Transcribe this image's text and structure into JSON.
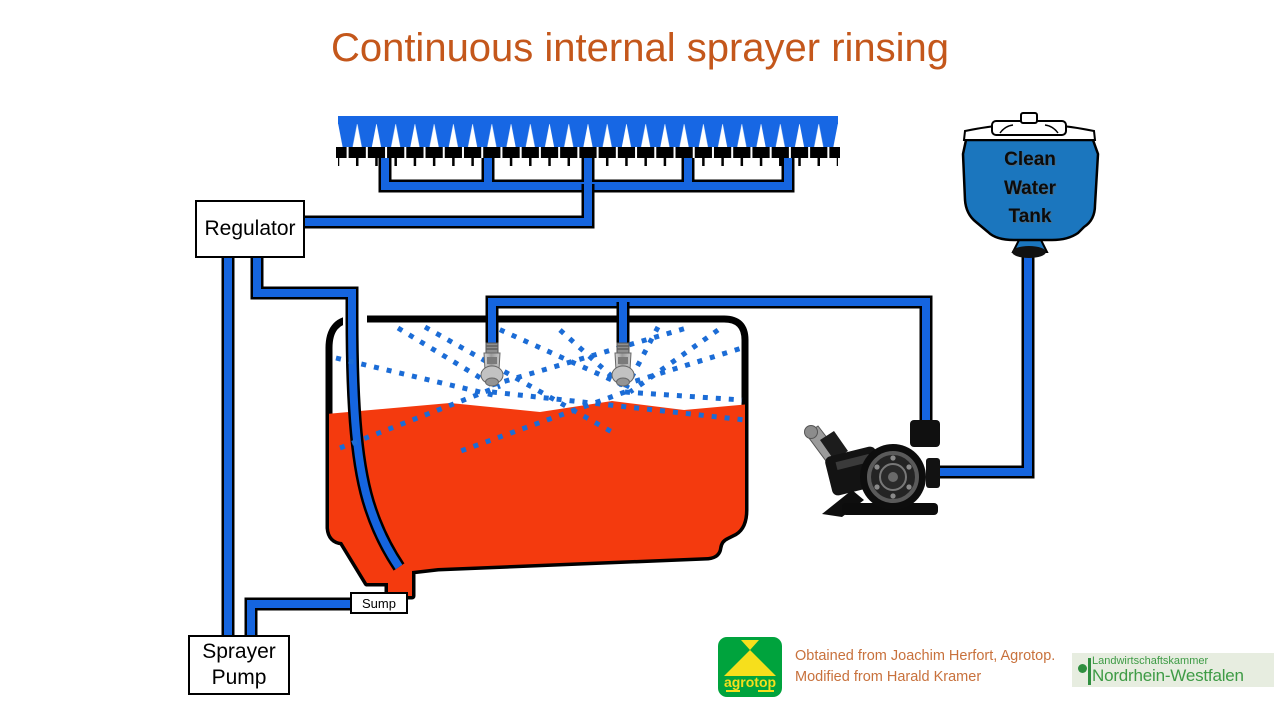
{
  "title": "Continuous internal sprayer rinsing",
  "labels": {
    "regulator": "Regulator",
    "sump": "Sump",
    "sprayer_pump": {
      "line1": "Sprayer",
      "line2": "Pump"
    }
  },
  "clean_water_tank": {
    "line1": "Clean",
    "line2": "Water",
    "line3": "Tank"
  },
  "attribution": {
    "line1": "Obtained from Joachim Herfort, Agrotop.",
    "line2": "Modified from Harald Kramer"
  },
  "logos": {
    "agrotop": {
      "text": "agrotop"
    },
    "landwirtschaftskammer": {
      "line1": "Landwirtschaftskammer",
      "line2": "Nordrhein-Westfalen"
    }
  },
  "diagram": {
    "boom_nozzle_count": 26,
    "tank_spray_nozzle_count": 2
  },
  "colors": {
    "title_orange": "#C4571B",
    "attribution_orange": "#C8713C",
    "pipe_blue": "#1565DF",
    "boom_fan_blue": "#1767E4",
    "spray_dot_blue": "#1B6CD6",
    "tank_liquid_red": "#F43A0E",
    "clean_tank_blue": "#1B76BE",
    "agrotop_green": "#00A33D",
    "agrotop_yellow": "#F6DF1C",
    "lwk_green": "#3E9B45"
  }
}
